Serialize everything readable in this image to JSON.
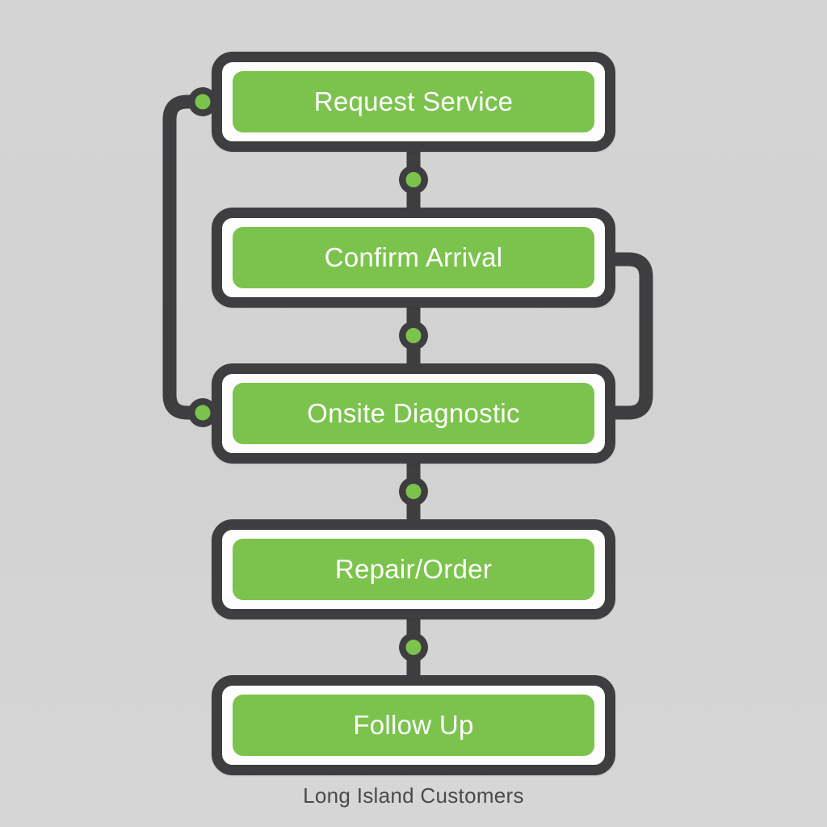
{
  "flow": {
    "steps": [
      {
        "label": "Request Service"
      },
      {
        "label": "Confirm Arrival"
      },
      {
        "label": "Onsite Diagnostic"
      },
      {
        "label": "Repair/Order"
      },
      {
        "label": "Follow Up"
      }
    ],
    "caption": "Long Island Customers",
    "connections": [
      "request-service -> confirm-arrival",
      "confirm-arrival -> onsite-diagnostic",
      "onsite-diagnostic -> repair-order",
      "repair-order -> follow-up",
      "request-service <-> onsite-diagnostic (left loop)",
      "confirm-arrival <-> onsite-diagnostic (right loop)"
    ]
  },
  "colors": {
    "background": "#d2d2d2",
    "outline": "#3e3e40",
    "node_fill": "#7cc34d",
    "node_frame": "#fdfdfd",
    "node_text": "#ffffff",
    "caption_text": "#4a4a4a",
    "dot": "#7cc34d"
  }
}
